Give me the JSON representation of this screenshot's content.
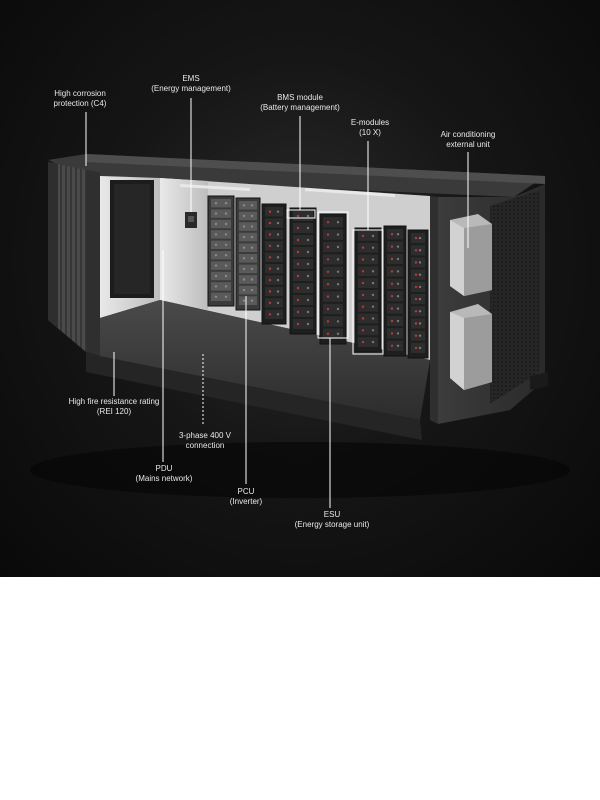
{
  "labels": {
    "corrosion": {
      "line1": "High corrosion",
      "line2": "protection (C4)"
    },
    "ems": {
      "line1": "EMS",
      "line2": "(Energy management)"
    },
    "bms": {
      "line1": "BMS module",
      "line2": "(Battery management)"
    },
    "emodules": {
      "line1": "E-modules",
      "line2": "(10 X)"
    },
    "aircon": {
      "line1": "Air conditioning",
      "line2": "external unit"
    },
    "fire": {
      "line1": "High fire resistance rating",
      "line2": "(REI 120)"
    },
    "phase": {
      "line1": "3-phase 400 V",
      "line2": "connection"
    },
    "pdu": {
      "line1": "PDU",
      "line2": "(Mains network)"
    },
    "pcu": {
      "line1": "PCU",
      "line2": "(Inverter)"
    },
    "esu": {
      "line1": "ESU",
      "line2": "(Energy storage unit)"
    }
  },
  "colors": {
    "background": "#121212",
    "container": "#3a3a3a",
    "callout": "#ffffff",
    "module_led": "#b83a3a"
  }
}
